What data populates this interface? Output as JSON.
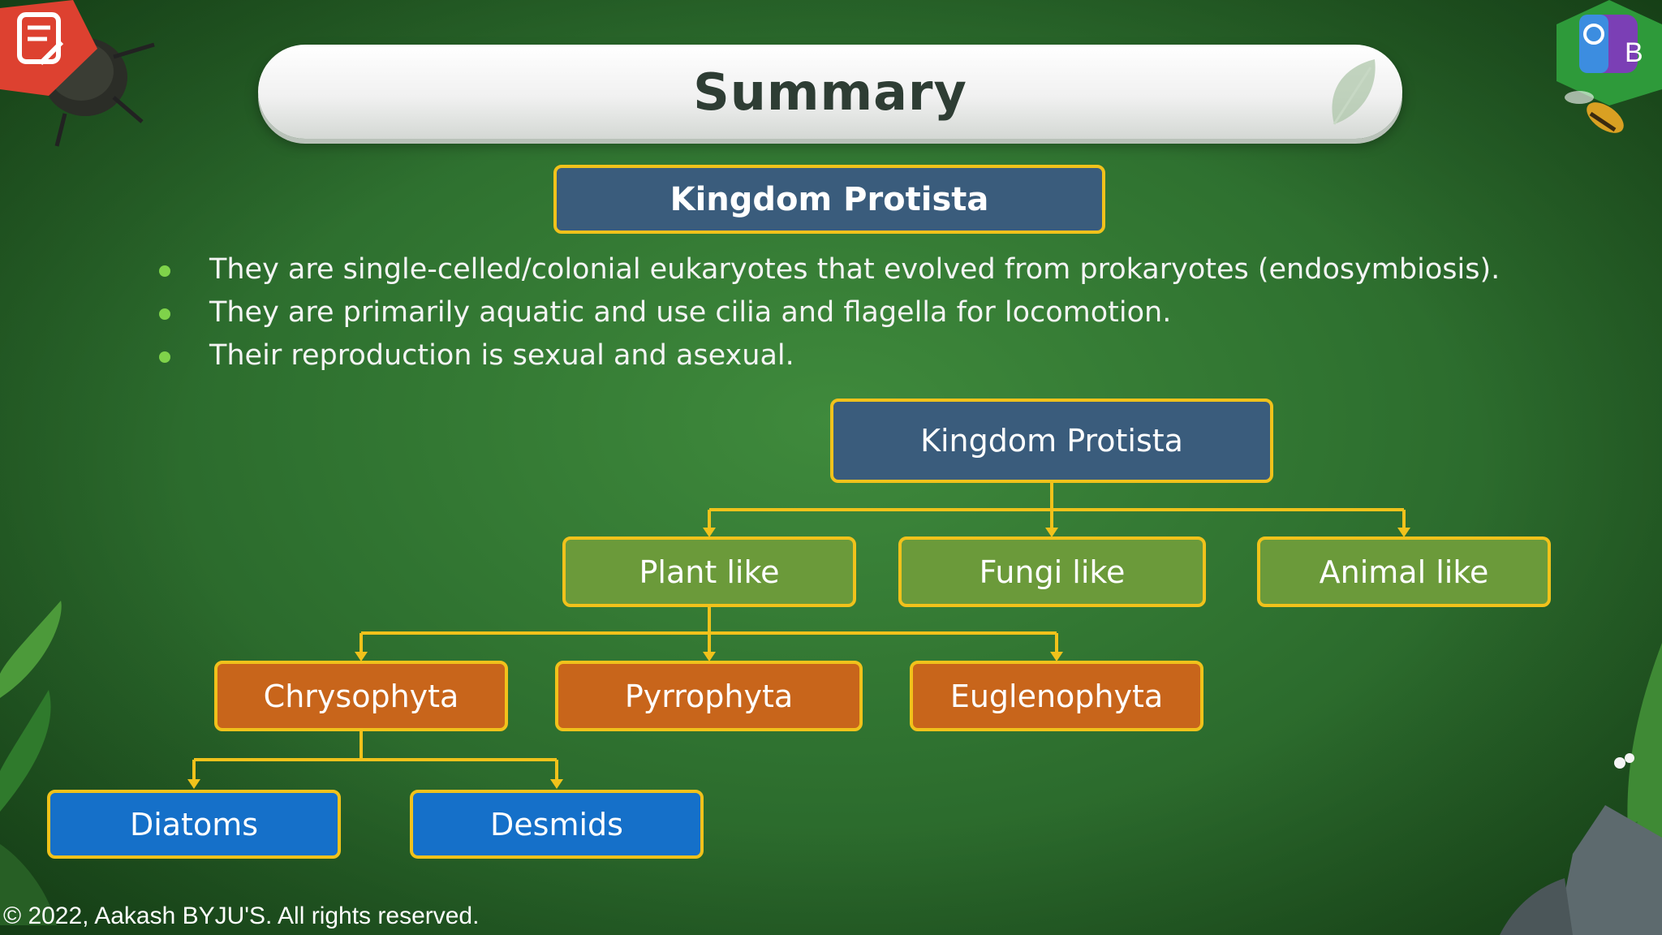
{
  "header": {
    "title": "Summary"
  },
  "section": {
    "heading": "Kingdom Protista"
  },
  "bullets": [
    "They are single-celled/colonial eukaryotes that evolved from prokaryotes (endosymbiosis).",
    "They are primarily aquatic and use cilia and flagella for locomotion.",
    "Their reproduction is sexual and asexual."
  ],
  "tree": {
    "root": "Kingdom Protista",
    "level1": [
      "Plant like",
      "Fungi like",
      "Animal like"
    ],
    "level2": [
      "Chrysophyta",
      "Pyrrophyta",
      "Euglenophyta"
    ],
    "level3": [
      "Diatoms",
      "Desmids"
    ]
  },
  "footer": {
    "copyright": "© 2022, Aakash BYJU'S. All rights reserved."
  },
  "colors": {
    "root": "#3a5c7c",
    "green": "#6b9a3a",
    "orange": "#c8651b",
    "blue": "#1570c9",
    "border": "#f1c21b"
  }
}
